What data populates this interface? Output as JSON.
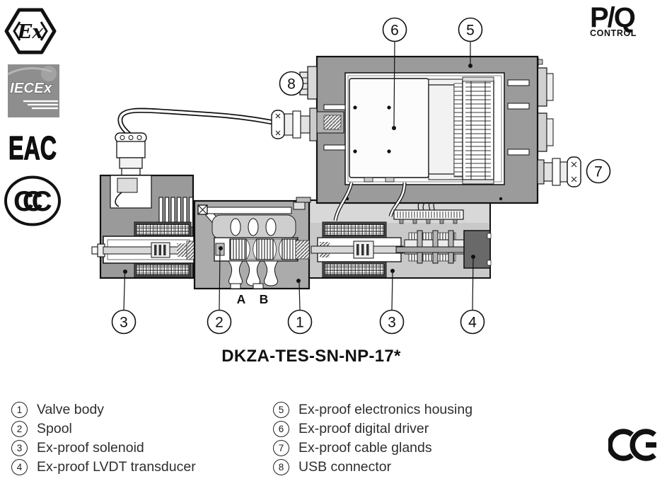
{
  "certifications": {
    "atex_label": "Ex",
    "iecex_label": "IECEx",
    "eac_label": "EAC",
    "ccc_label": "CCC"
  },
  "pq_badge": {
    "title": "P/Q",
    "subtitle": "CONTROL"
  },
  "diagram": {
    "callouts": {
      "c1": "1",
      "c2": "2",
      "c3": "3",
      "c4": "4",
      "c5": "5",
      "c6": "6",
      "c7": "7",
      "c8": "8"
    },
    "port_a": "A",
    "port_b": "B"
  },
  "model_title": "DKZA-TES-SN-NP-17*",
  "legend": {
    "left": [
      {
        "num": "1",
        "label": "Valve body"
      },
      {
        "num": "2",
        "label": "Spool"
      },
      {
        "num": "3",
        "label": "Ex-proof solenoid"
      },
      {
        "num": "4",
        "label": "Ex-proof LVDT transducer"
      }
    ],
    "right": [
      {
        "num": "5",
        "label": "Ex-proof electronics housing"
      },
      {
        "num": "6",
        "label": "Ex-proof digital driver"
      },
      {
        "num": "7",
        "label": "Ex-proof cable glands"
      },
      {
        "num": "8",
        "label": "USB connector"
      }
    ]
  },
  "ce_label": "CE",
  "colors": {
    "housing_gray": "#9b9b9b",
    "plate_gray": "#c9c9c9",
    "valve_gray": "#ababab",
    "dark_gray": "#4f4f4f",
    "line": "#111111"
  }
}
